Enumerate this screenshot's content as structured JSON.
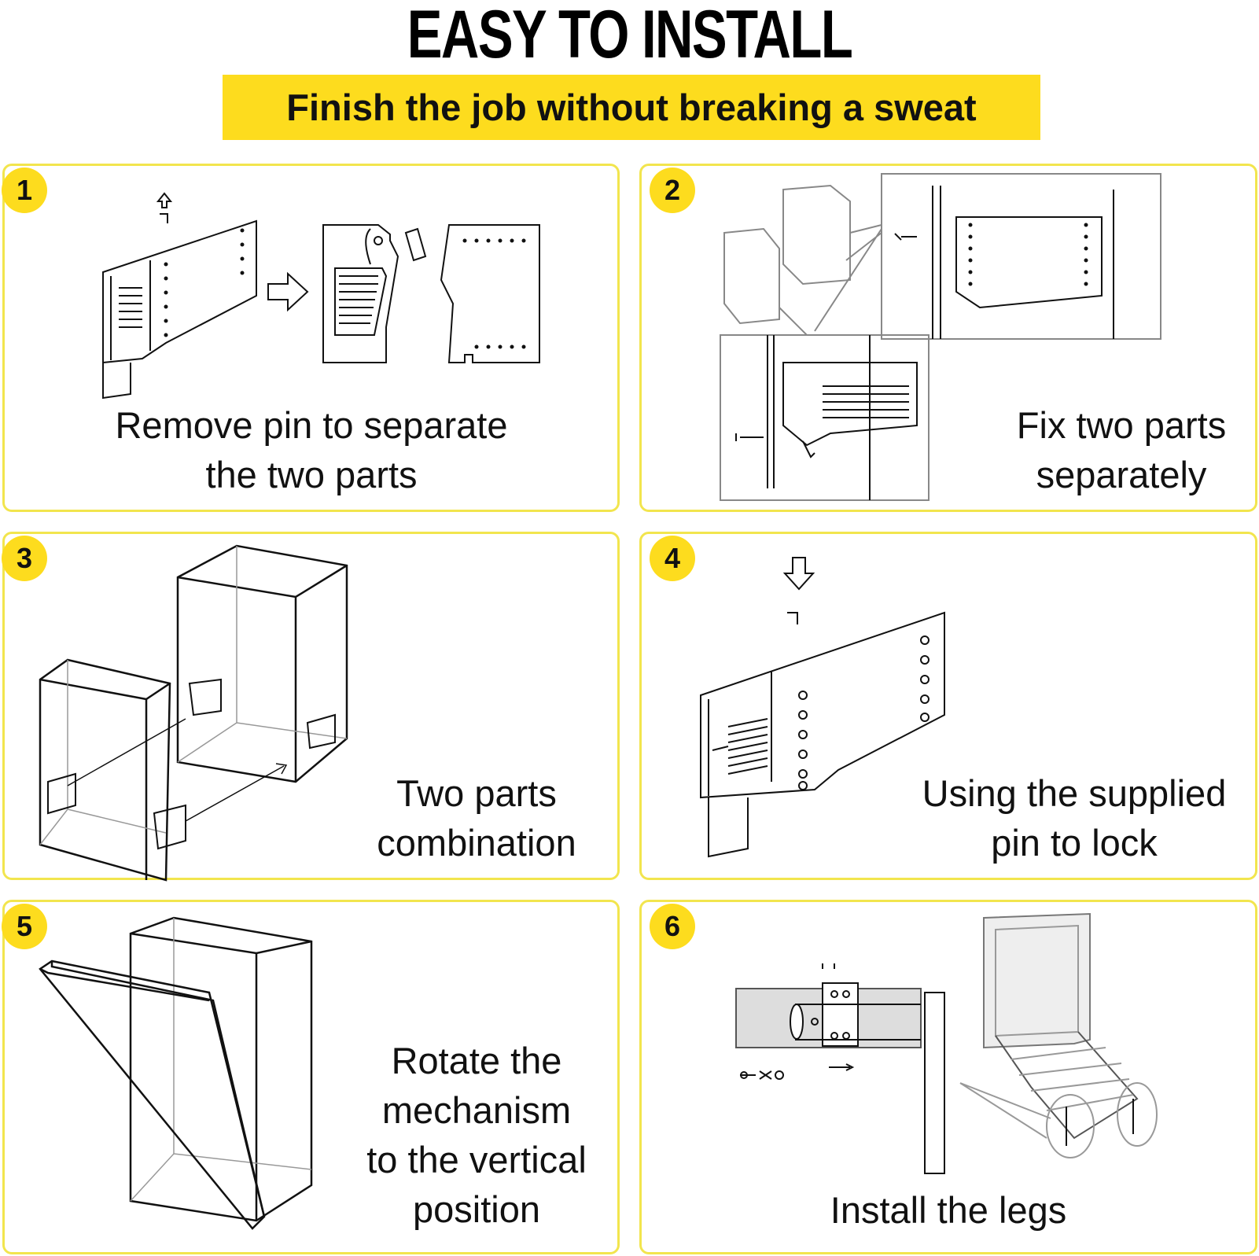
{
  "header": {
    "title": "EASY TO INSTALL",
    "subtitle": "Finish the job without breaking a sweat"
  },
  "colors": {
    "accent": "#fddc1e",
    "panel_border": "#f2e54e"
  },
  "steps": [
    {
      "number": "1",
      "caption_line1": "Remove pin to separate",
      "caption_line2": "the two parts"
    },
    {
      "number": "2",
      "caption_line1": "Fix two parts",
      "caption_line2": "separately"
    },
    {
      "number": "3",
      "caption_line1": "Two parts",
      "caption_line2": "combination"
    },
    {
      "number": "4",
      "caption_line1": "Using the supplied",
      "caption_line2": "pin to lock"
    },
    {
      "number": "5",
      "caption_line1": "Rotate the",
      "caption_line2": "mechanism",
      "caption_line3": "to the vertical",
      "caption_line4": "position"
    },
    {
      "number": "6",
      "caption_line1": "Install the legs"
    }
  ]
}
